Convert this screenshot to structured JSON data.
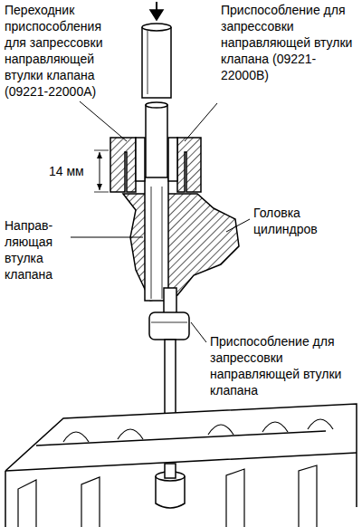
{
  "diagram": {
    "labels": [
      "Переходник приспособления для запрессовки направляющей втулки клапана (09221-22000A)",
      "Приспособление для запрессовки направляющей втулки клапана (09221-22000B)",
      "14 мм",
      "Головка цилиндров",
      "Направ- ляющая втулка клапана",
      "Приспособление для запрессовки направляющей втулки клапана"
    ]
  }
}
